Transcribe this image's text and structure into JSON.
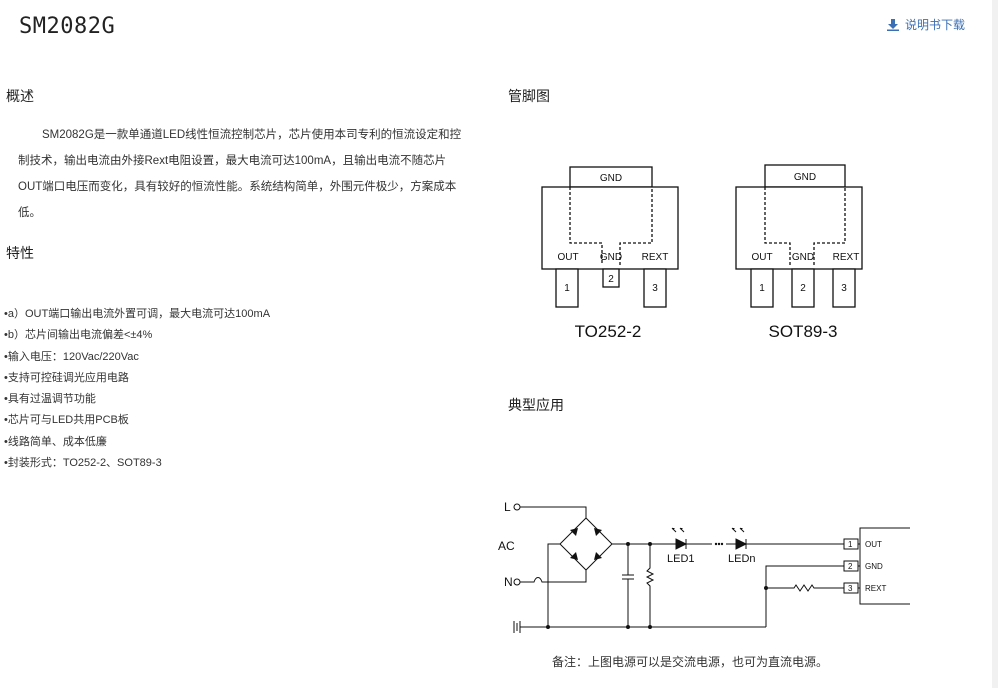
{
  "header": {
    "title": "SM2082G",
    "download_label": "说明书下载",
    "download_icon": "download-icon",
    "accent": "#3a6fb5"
  },
  "overview": {
    "heading": "概述",
    "text": "SM2082G是一款单通道LED线性恒流控制芯片，芯片使用本司专利的恒流设定和控制技术，输出电流由外接Rext电阻设置，最大电流可达100mA，且输出电流不随芯片OUT端口电压而变化，具有较好的恒流性能。系统结构简单，外围元件极少，方案成本低。"
  },
  "features": {
    "heading": "特性",
    "items": [
      "•a）OUT端口输出电流外置可调，最大电流可达100mA",
      "•b）芯片间输出电流偏差<±4%",
      "•输入电压：120Vac/220Vac",
      "•支持可控硅调光应用电路",
      "•具有过温调节功能",
      "•芯片可与LED共用PCB板",
      "•线路简单、成本低廉",
      "•封装形式：TO252-2、SOT89-3"
    ]
  },
  "pinout": {
    "heading": "管脚图",
    "to252": {
      "name": "TO252-2",
      "top_label": "GND",
      "pin_labels": [
        "OUT",
        "GND",
        "REXT"
      ],
      "pin_numbers": [
        "1",
        "2",
        "3"
      ]
    },
    "sot89": {
      "name": "SOT89-3",
      "top_label": "GND",
      "pin_labels": [
        "OUT",
        "GND",
        "REXT"
      ],
      "pin_numbers": [
        "1",
        "2",
        "3"
      ]
    }
  },
  "application": {
    "heading": "典型应用",
    "labels": {
      "L": "L",
      "AC": "AC",
      "N": "N",
      "led1": "LED1",
      "ledn": "LEDn",
      "out": "OUT",
      "gnd": "GND",
      "rext": "REXT",
      "p1": "1",
      "p2": "2",
      "p3": "3"
    },
    "note": "备注：上图电源可以是交流电源，也可为直流电源。"
  }
}
